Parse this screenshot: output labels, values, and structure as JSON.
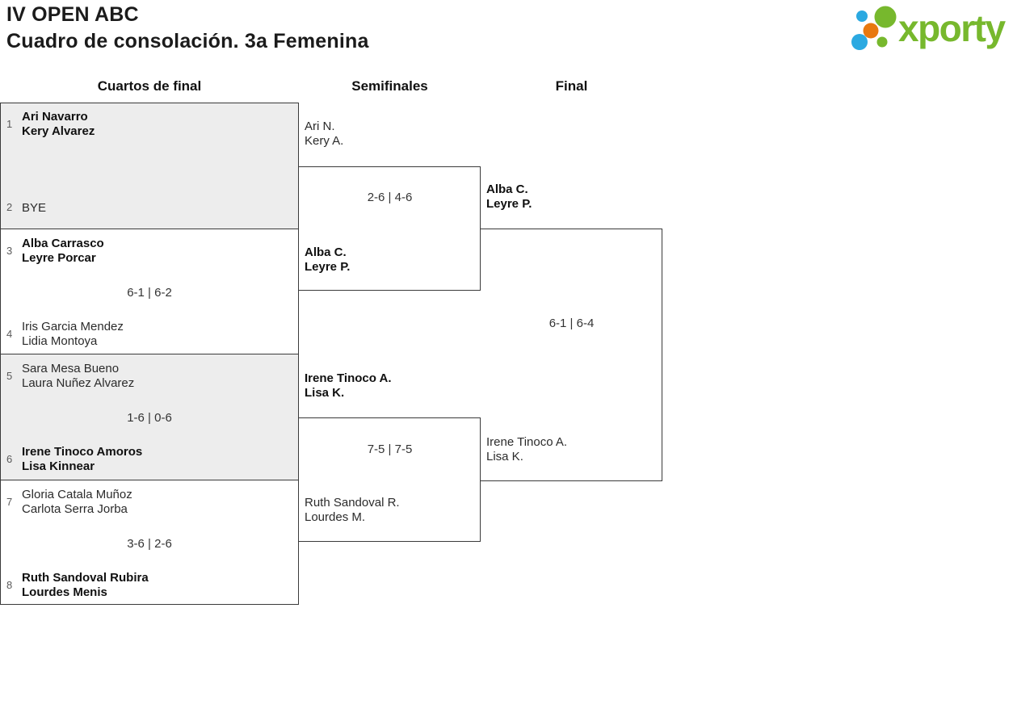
{
  "title": {
    "line1": "IV OPEN ABC",
    "line2": "Cuadro de consolación. 3a Femenina"
  },
  "logo": {
    "text": "xporty"
  },
  "colors": {
    "logo_green": "#77b82d",
    "logo_blue": "#2ba9e1",
    "logo_orange": "#e8790f",
    "row_shade": "#ededed",
    "bracket_line": "#3a3a3a"
  },
  "round_headers": {
    "quarterfinals": "Cuartos de final",
    "semifinals": "Semifinales",
    "final": "Final"
  },
  "quarterfinals": [
    {
      "seed_top": "1",
      "top": {
        "p1": "Ari Navarro",
        "p2": "Kery Alvarez",
        "winner": true
      },
      "score": "",
      "seed_bottom": "2",
      "bottom": {
        "p1": "BYE",
        "p2": "",
        "winner": false
      }
    },
    {
      "seed_top": "3",
      "top": {
        "p1": "Alba Carrasco",
        "p2": "Leyre Porcar",
        "winner": true
      },
      "score": "6-1 | 6-2",
      "seed_bottom": "4",
      "bottom": {
        "p1": "Iris Garcia Mendez",
        "p2": "Lidia Montoya",
        "winner": false
      }
    },
    {
      "seed_top": "5",
      "top": {
        "p1": "Sara Mesa Bueno",
        "p2": "Laura Nuñez Alvarez",
        "winner": false
      },
      "score": "1-6 | 0-6",
      "seed_bottom": "6",
      "bottom": {
        "p1": "Irene Tinoco Amoros",
        "p2": "Lisa Kinnear",
        "winner": true
      }
    },
    {
      "seed_top": "7",
      "top": {
        "p1": "Gloria Catala Muñoz",
        "p2": "Carlota Serra Jorba",
        "winner": false
      },
      "score": "3-6 | 2-6",
      "seed_bottom": "8",
      "bottom": {
        "p1": "Ruth Sandoval Rubira",
        "p2": "Lourdes Menis",
        "winner": true
      }
    }
  ],
  "semifinals": [
    {
      "top": {
        "p1": "Ari N.",
        "p2": "Kery A.",
        "winner": false
      },
      "score": "2-6 | 4-6",
      "bottom": {
        "p1": "Alba C.",
        "p2": "Leyre P.",
        "winner": true
      }
    },
    {
      "top": {
        "p1": "Irene Tinoco A.",
        "p2": "Lisa K.",
        "winner": true
      },
      "score": "7-5 | 7-5",
      "bottom": {
        "p1": "Ruth Sandoval R.",
        "p2": "Lourdes M.",
        "winner": false
      }
    }
  ],
  "final": {
    "top": {
      "p1": "Alba C.",
      "p2": "Leyre P.",
      "winner": true
    },
    "score": "6-1 | 6-4",
    "bottom": {
      "p1": "Irene Tinoco A.",
      "p2": "Lisa K.",
      "winner": false
    }
  }
}
